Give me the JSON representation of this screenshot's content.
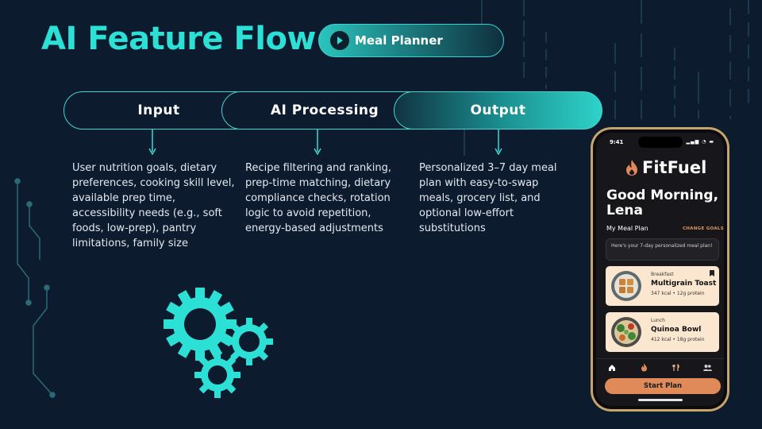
{
  "header": {
    "title": "AI Feature Flow",
    "badge_label": "Meal Planner",
    "badge_icon": "play-circle-icon"
  },
  "flow": {
    "steps": [
      {
        "label": "Input",
        "description": "User nutrition goals, dietary preferences, cooking skill level, available prep time, accessibility needs (e.g., soft foods, low-prep), pantry limitations, family size"
      },
      {
        "label": "AI Processing",
        "description": "Recipe filtering and ranking, prep-time matching, dietary compliance checks, rotation logic to avoid repetition, energy-based adjustments"
      },
      {
        "label": "Output",
        "description": "Personalized 3–7 day meal plan with easy-to-swap meals, grocery list, and optional low-effort substitutions"
      }
    ]
  },
  "phone": {
    "time": "9:41",
    "status_icons": "▂▄▆ ◔ ▬",
    "app_name": "FitFuel",
    "greeting": "Good Morning, Lena",
    "section_label": "My Meal Plan",
    "change_goals": "CHANGE GOALS",
    "message": "Here's your 7-day personalized meal plan!",
    "meals": [
      {
        "type": "Breakfast",
        "name": "Multigrain Toast",
        "stats": "347 kcal • 12g protein"
      },
      {
        "type": "Lunch",
        "name": "Quinoa Bowl",
        "stats": "412 kcal • 18g protein"
      }
    ],
    "nav_icons": [
      "home-icon",
      "flame-icon",
      "utensils-icon",
      "people-icon"
    ],
    "cta": "Start Plan"
  },
  "colors": {
    "background": "#0d1b2e",
    "accent": "#2de0d6",
    "brand_orange": "#e08a5a",
    "card": "#fbe7cf"
  }
}
